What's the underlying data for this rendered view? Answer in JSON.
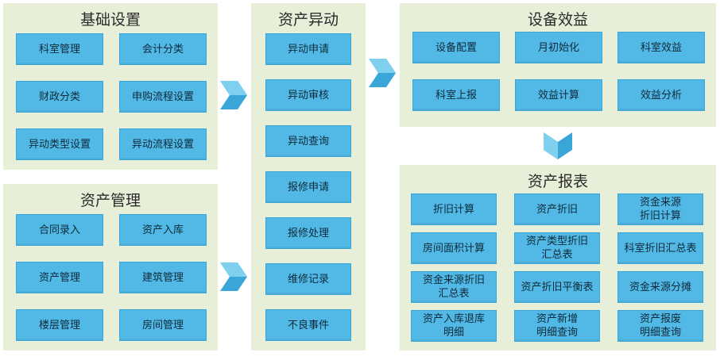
{
  "panels": {
    "basic": {
      "title": "基础设置",
      "items": [
        "科室管理",
        "会计分类",
        "财政分类",
        "申购流程设置",
        "异动类型设置",
        "异动流程设置"
      ]
    },
    "asset_mgmt": {
      "title": "资产管理",
      "items": [
        "合同录入",
        "资产入库",
        "资产管理",
        "建筑管理",
        "楼层管理",
        "房间管理"
      ]
    },
    "asset_change": {
      "title": "资产异动",
      "items": [
        "异动申请",
        "异动审核",
        "异动查询",
        "报修申请",
        "报修处理",
        "维修记录",
        "不良事件"
      ]
    },
    "equipment": {
      "title": "设备效益",
      "items": [
        "设备配置",
        "月初始化",
        "科室效益",
        "科室上报",
        "效益计算",
        "效益分析"
      ]
    },
    "reports": {
      "title": "资产报表",
      "items": [
        "折旧计算",
        "资产折旧",
        "资金来源\n折旧计算",
        "房间面积计算",
        "资产类型折旧\n汇总表",
        "科室折旧汇总表",
        "资金来源折旧\n汇总表",
        "资产折旧平衡表",
        "资金来源分摊",
        "资产入库退库\n明细",
        "资产新增\n明细查询",
        "资产报废\n明细查询"
      ]
    }
  },
  "colors": {
    "panel_bg": "#e8efd9",
    "box_bg": "#52b9e6",
    "arrow_light": "#7fd0ef",
    "arrow_dark": "#3aa6d8"
  },
  "icons": [
    "arrow-right-icon",
    "arrow-right-icon",
    "arrow-right-icon",
    "arrow-down-icon"
  ]
}
